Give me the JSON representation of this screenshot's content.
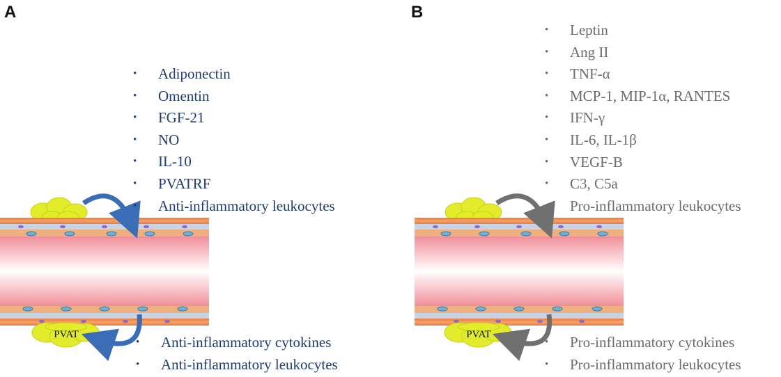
{
  "panels": [
    {
      "label": "A",
      "top_items": [
        "Adiponectin",
        "Omentin",
        "FGF-21",
        "NO",
        "IL-10",
        "PVATRF",
        "Anti-inflammatory leukocytes"
      ],
      "bottom_items": [
        "Anti-inflammatory cytokines",
        "Anti-inflammatory leukocytes"
      ],
      "pvat_label": "PVAT",
      "arrow_color": "#3a6db6",
      "text_color": "#1f3c6e"
    },
    {
      "label": "B",
      "top_items": [
        "Leptin",
        "Ang II",
        "TNF-α",
        "MCP-1, MIP-1α, RANTES",
        "IFN-γ",
        "IL-6, IL-1β",
        "VEGF-B",
        "C3, C5a",
        "Pro-inflammatory leukocytes"
      ],
      "bottom_items": [
        "Pro-inflammatory cytokines",
        "Pro-inflammatory leukocytes"
      ],
      "pvat_label": "PVAT",
      "arrow_color": "#707070",
      "text_color": "#6b6b6b"
    }
  ],
  "colors": {
    "adipose": "#e3ec2a",
    "vessel_wall": "#ec8a55",
    "endothelium_cell": "#6fb0d8",
    "lumen_edge": "#f08f9a"
  }
}
